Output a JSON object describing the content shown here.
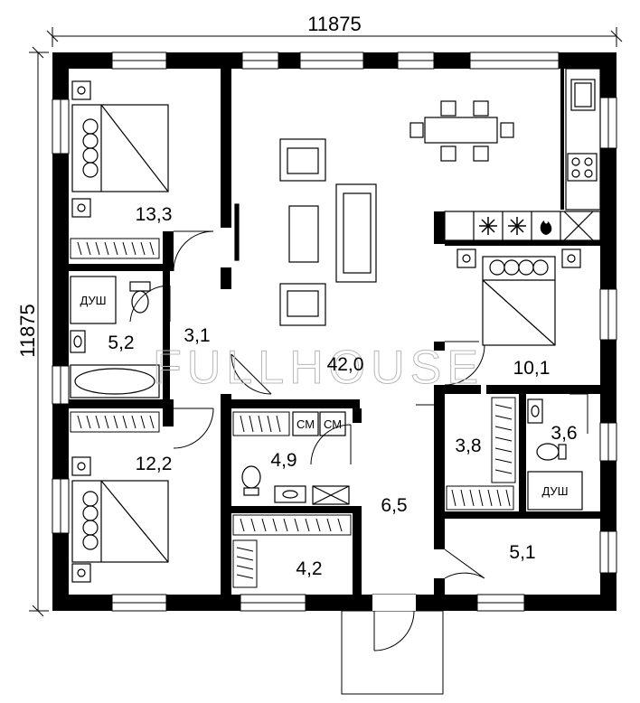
{
  "dimensions": {
    "width_label": "11875",
    "height_label": "11875"
  },
  "watermark": "FULLHOUSE",
  "rooms": {
    "bedroom_top_left": "13,3",
    "corridor": "3,1",
    "bathroom_left": "5,2",
    "living_room": "42,0",
    "bedroom_right": "10,1",
    "bedroom_bottom_left": "12,2",
    "wc": "4,9",
    "hall": "6,5",
    "wardrobe_right": "3,8",
    "bathroom_right": "3,6",
    "closet": "4,2",
    "entry_room": "5,1"
  },
  "labels": {
    "shower_left": "ДУШ",
    "shower_right": "ДУШ",
    "washer_1": "СМ",
    "washer_2": "СМ"
  },
  "icons": [
    "bed-icon",
    "nightstand-icon",
    "wardrobe-icon",
    "bathtub-icon",
    "toilet-icon",
    "sink-icon",
    "armchair-icon",
    "sofa-icon",
    "coffee-table-icon",
    "dining-table-icon",
    "chair-icon",
    "stove-icon",
    "snowflake-icon",
    "fire-icon",
    "door-swing-icon",
    "window-icon"
  ]
}
